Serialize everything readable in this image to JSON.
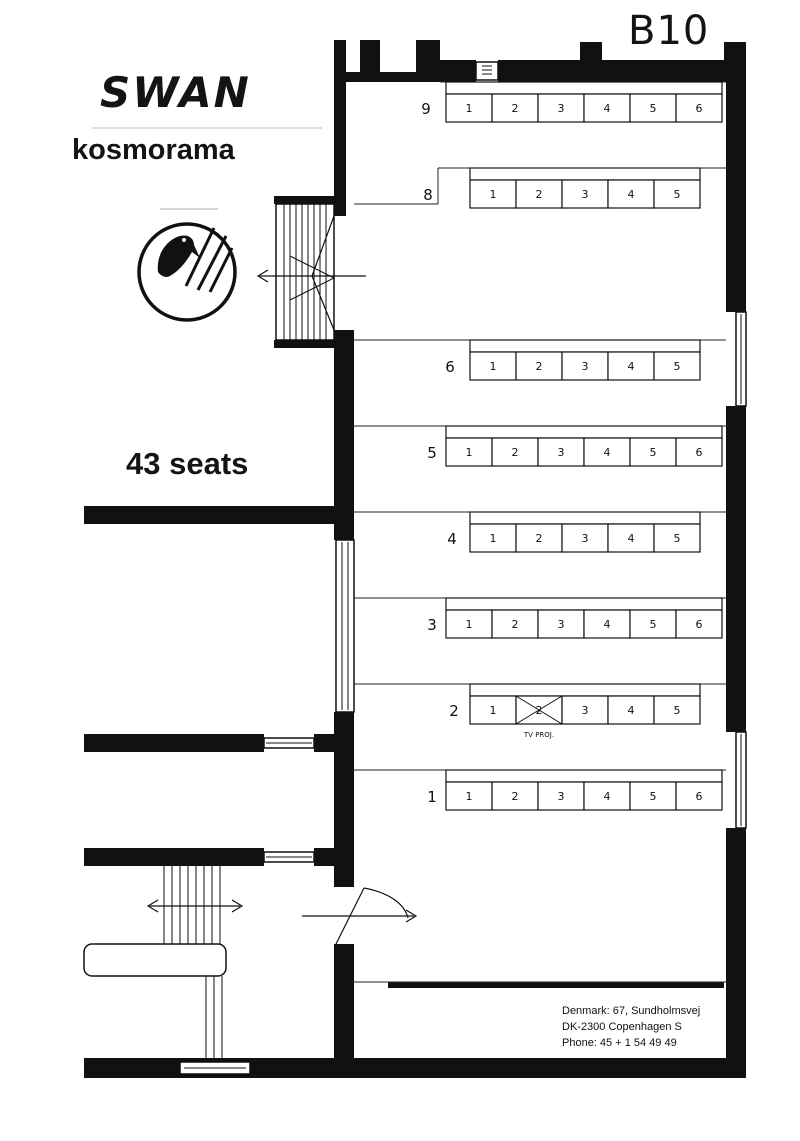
{
  "stamp": "B10",
  "title": "SWAN",
  "subtitle": "kosmorama",
  "capacity": "43 seats",
  "address": {
    "line1": "Denmark: 67, Sundholmsvej",
    "line2": "DK-2300 Copenhagen S",
    "line3": "Phone: 45 + 1 54 49 49"
  },
  "rows": [
    {
      "label": "9",
      "seats": [
        "1",
        "2",
        "3",
        "4",
        "5",
        "6"
      ]
    },
    {
      "label": "8",
      "seats": [
        "1",
        "2",
        "3",
        "4",
        "5"
      ]
    },
    {
      "label": "6",
      "seats": [
        "1",
        "2",
        "3",
        "4",
        "5"
      ]
    },
    {
      "label": "5",
      "seats": [
        "1",
        "2",
        "3",
        "4",
        "5",
        "6"
      ]
    },
    {
      "label": "4",
      "seats": [
        "1",
        "2",
        "3",
        "4",
        "5"
      ]
    },
    {
      "label": "3",
      "seats": [
        "1",
        "2",
        "3",
        "4",
        "5",
        "6"
      ]
    },
    {
      "label": "2",
      "seats": [
        "1",
        "2",
        "3",
        "4",
        "5"
      ]
    },
    {
      "label": "1",
      "seats": [
        "1",
        "2",
        "3",
        "4",
        "5",
        "6"
      ]
    }
  ],
  "tv_projector_label": "TV PROJ.",
  "tv_projector_row": "2",
  "tv_projector_seat": "2"
}
